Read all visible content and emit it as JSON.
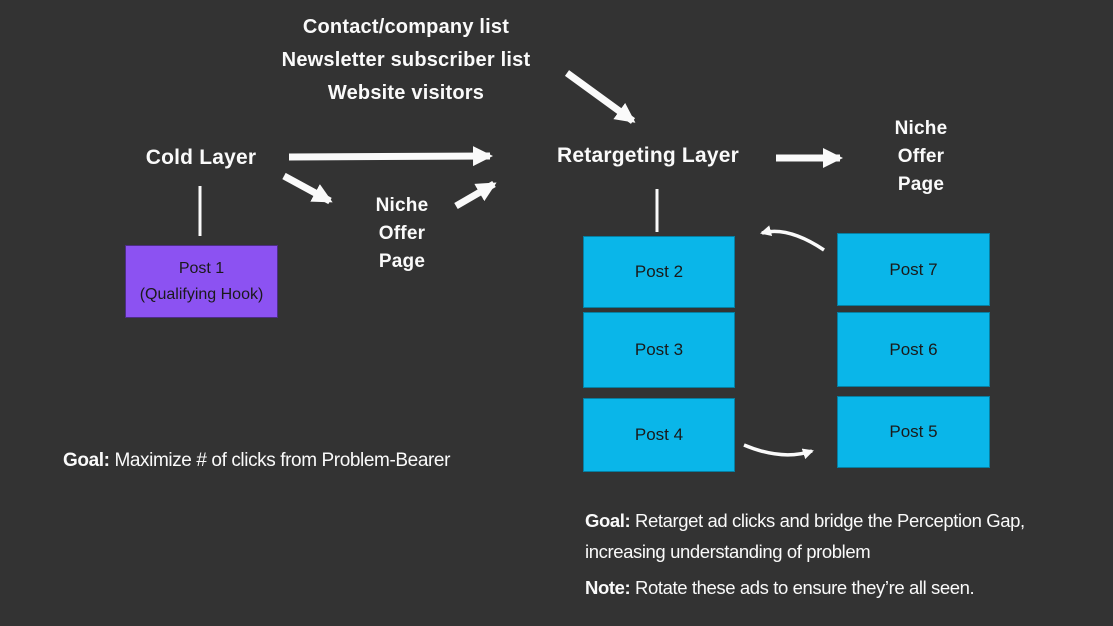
{
  "colors": {
    "bg": "#333333",
    "ink": "#fafafa",
    "cyan": "#0ab6e9",
    "purple": "#8c52f2",
    "box-text": "#1a1a1a"
  },
  "top_sources": {
    "line1": "Contact/company list",
    "line2": "Newsletter subscriber list",
    "line3": "Website visitors"
  },
  "cold_layer": {
    "label": "Cold Layer"
  },
  "retargeting_layer": {
    "label": "Retargeting Layer"
  },
  "niche_offer_left": {
    "line1": "Niche",
    "line2": "Offer",
    "line3": "Page"
  },
  "niche_offer_right": {
    "line1": "Niche",
    "line2": "Offer",
    "line3": "Page"
  },
  "post1": {
    "line1": "Post 1",
    "line2": "(Qualifying Hook)"
  },
  "posts_left": [
    "Post 2",
    "Post 3",
    "Post 4"
  ],
  "posts_right": [
    "Post 7",
    "Post 6",
    "Post 5"
  ],
  "goal_left": {
    "label": "Goal:",
    "text": " Maximize # of clicks from Problem-Bearer"
  },
  "goal_right": {
    "label": "Goal:",
    "text": " Retarget ad clicks and bridge the Perception Gap, increasing understanding of problem"
  },
  "note": {
    "label": "Note:",
    "text": " Rotate these ads to ensure they’re all seen."
  }
}
